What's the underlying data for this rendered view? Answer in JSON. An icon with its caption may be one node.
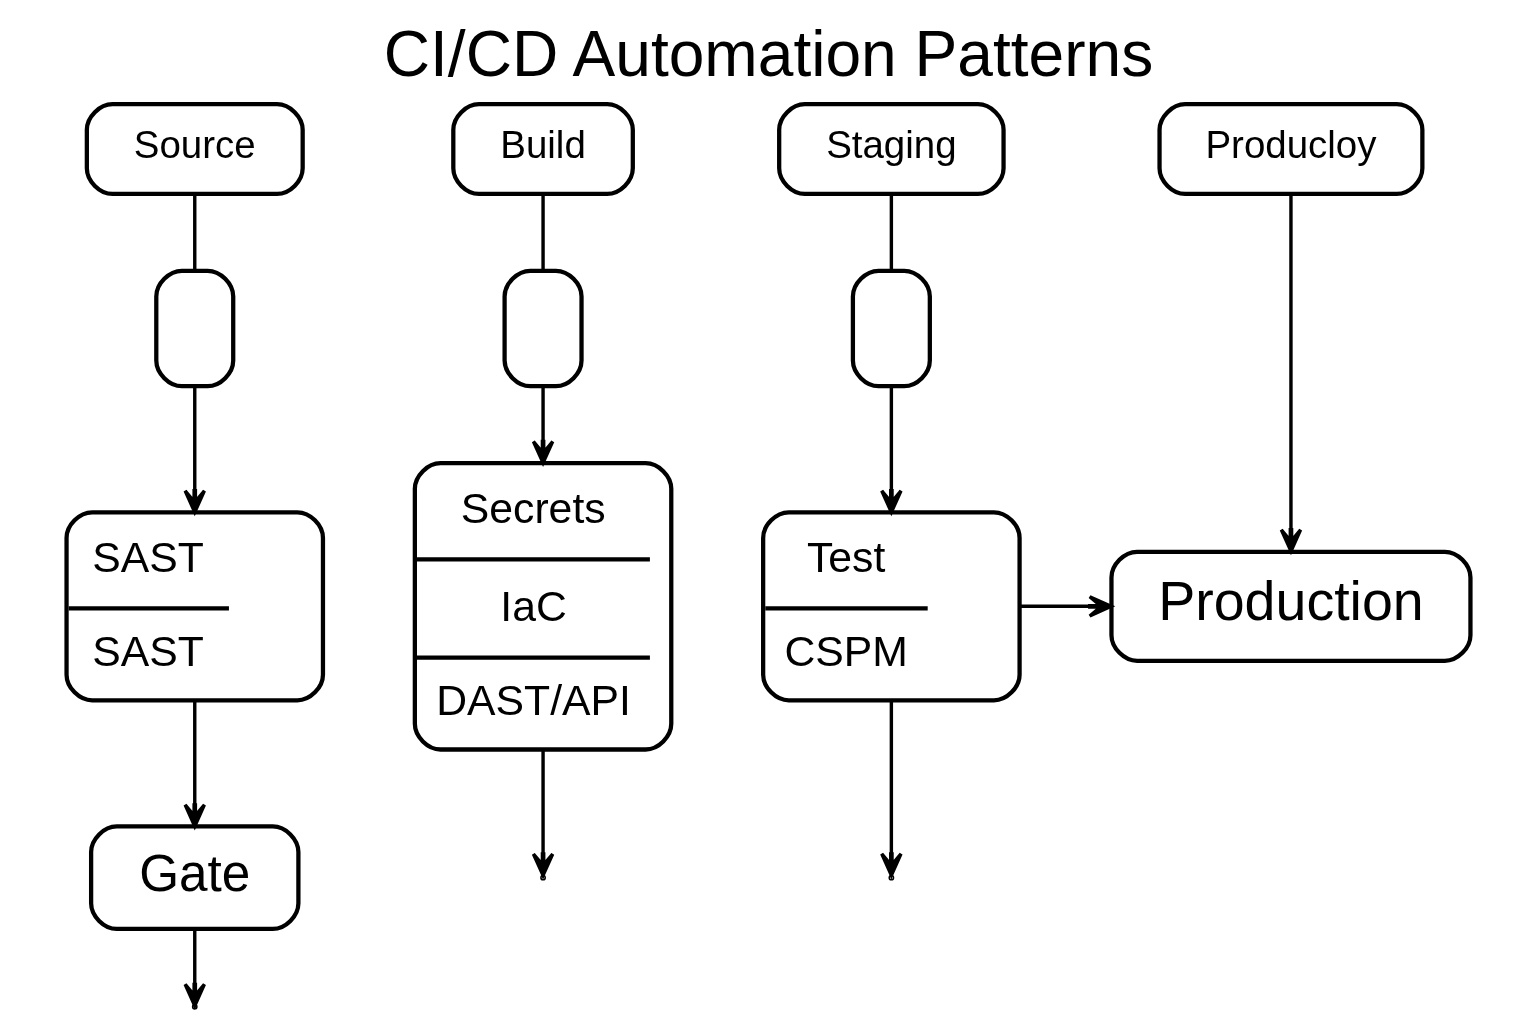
{
  "diagram": {
    "title": "CI/CD Automation Patterns",
    "nodes": [
      {
        "text": [
          "Source"
        ]
      },
      {
        "text": [
          "Build"
        ]
      },
      {
        "text": [
          "Staging"
        ]
      },
      {
        "text": [
          "Producloy"
        ]
      },
      {
        "text": [],
        "shape": "capsule"
      },
      {
        "text": [],
        "shape": "capsule"
      },
      {
        "text": [],
        "shape": "capsule"
      },
      {
        "text": [
          "SAST",
          "SAST"
        ]
      },
      {
        "text": [
          "Secrets",
          "IaC",
          "DAST/API"
        ]
      },
      {
        "text": [
          "Test",
          "CSPM"
        ]
      },
      {
        "text": [
          "Production"
        ]
      },
      {
        "text": [
          "Gate"
        ]
      }
    ],
    "edges": [
      {
        "from": 0,
        "to": 4,
        "arrow": "none"
      },
      {
        "from": 4,
        "to": 7,
        "arrow": "to"
      },
      {
        "from": 1,
        "to": 5,
        "arrow": "none"
      },
      {
        "from": 5,
        "to": 8,
        "arrow": "to"
      },
      {
        "from": 2,
        "to": 6,
        "arrow": "none"
      },
      {
        "from": 6,
        "to": 9,
        "arrow": "to"
      },
      {
        "from": 3,
        "to": 10,
        "arrow": "to"
      },
      {
        "from": 9,
        "to": 10,
        "arrow": "to"
      },
      {
        "from": 7,
        "to": 11,
        "arrow": "to"
      },
      {
        "from": 8,
        "to": null,
        "arrow": "to"
      },
      {
        "from": 9,
        "to": null,
        "arrow": "to"
      },
      {
        "from": 11,
        "to": null,
        "arrow": "to"
      }
    ]
  }
}
